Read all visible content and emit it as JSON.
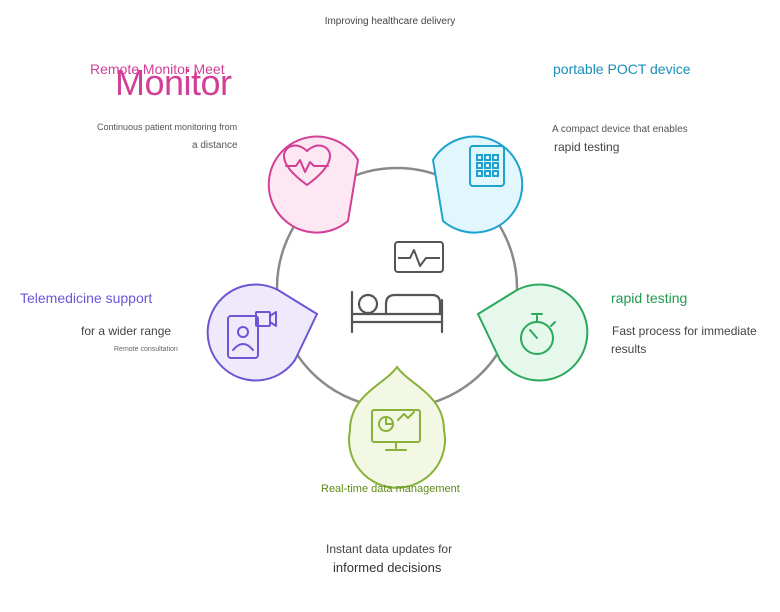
{
  "header": {
    "subtitle": "Improving healthcare delivery"
  },
  "center": {
    "label": ""
  },
  "nodes": {
    "remote_monitor": {
      "title_small": "Remote Monitor Meet",
      "title_large": "Monitor",
      "desc_line1": "Continuous patient monitoring from",
      "desc_line2": "a distance",
      "color": "#d23f96",
      "fill": "#fde7f2",
      "icon": "heart-rate-icon"
    },
    "poct_device": {
      "title": "portable POCT device",
      "desc_line1": "A compact device that enables",
      "desc_line2": "rapid testing",
      "color": "#1ea3cf",
      "fill": "#e2f6fd",
      "icon": "keypad-device-icon"
    },
    "rapid_testing": {
      "title": "rapid testing",
      "desc_line1": "Fast process for immediate",
      "desc_line2": "results",
      "color": "#2aa95c",
      "fill": "#e6f7ec",
      "icon": "stopwatch-icon"
    },
    "realtime_data": {
      "title": "Real-time data management",
      "desc_line1": "Instant data updates for",
      "desc_line2": "informed decisions",
      "color": "#88b23a",
      "fill": "#f2f8e4",
      "icon": "monitor-chart-icon"
    },
    "telemedicine": {
      "title": "Telemedicine support",
      "desc_line1": "for a wider range",
      "desc_line2": "Remote consultation",
      "color": "#6e55d6",
      "fill": "#eeeafb",
      "icon": "phone-video-icon"
    }
  }
}
